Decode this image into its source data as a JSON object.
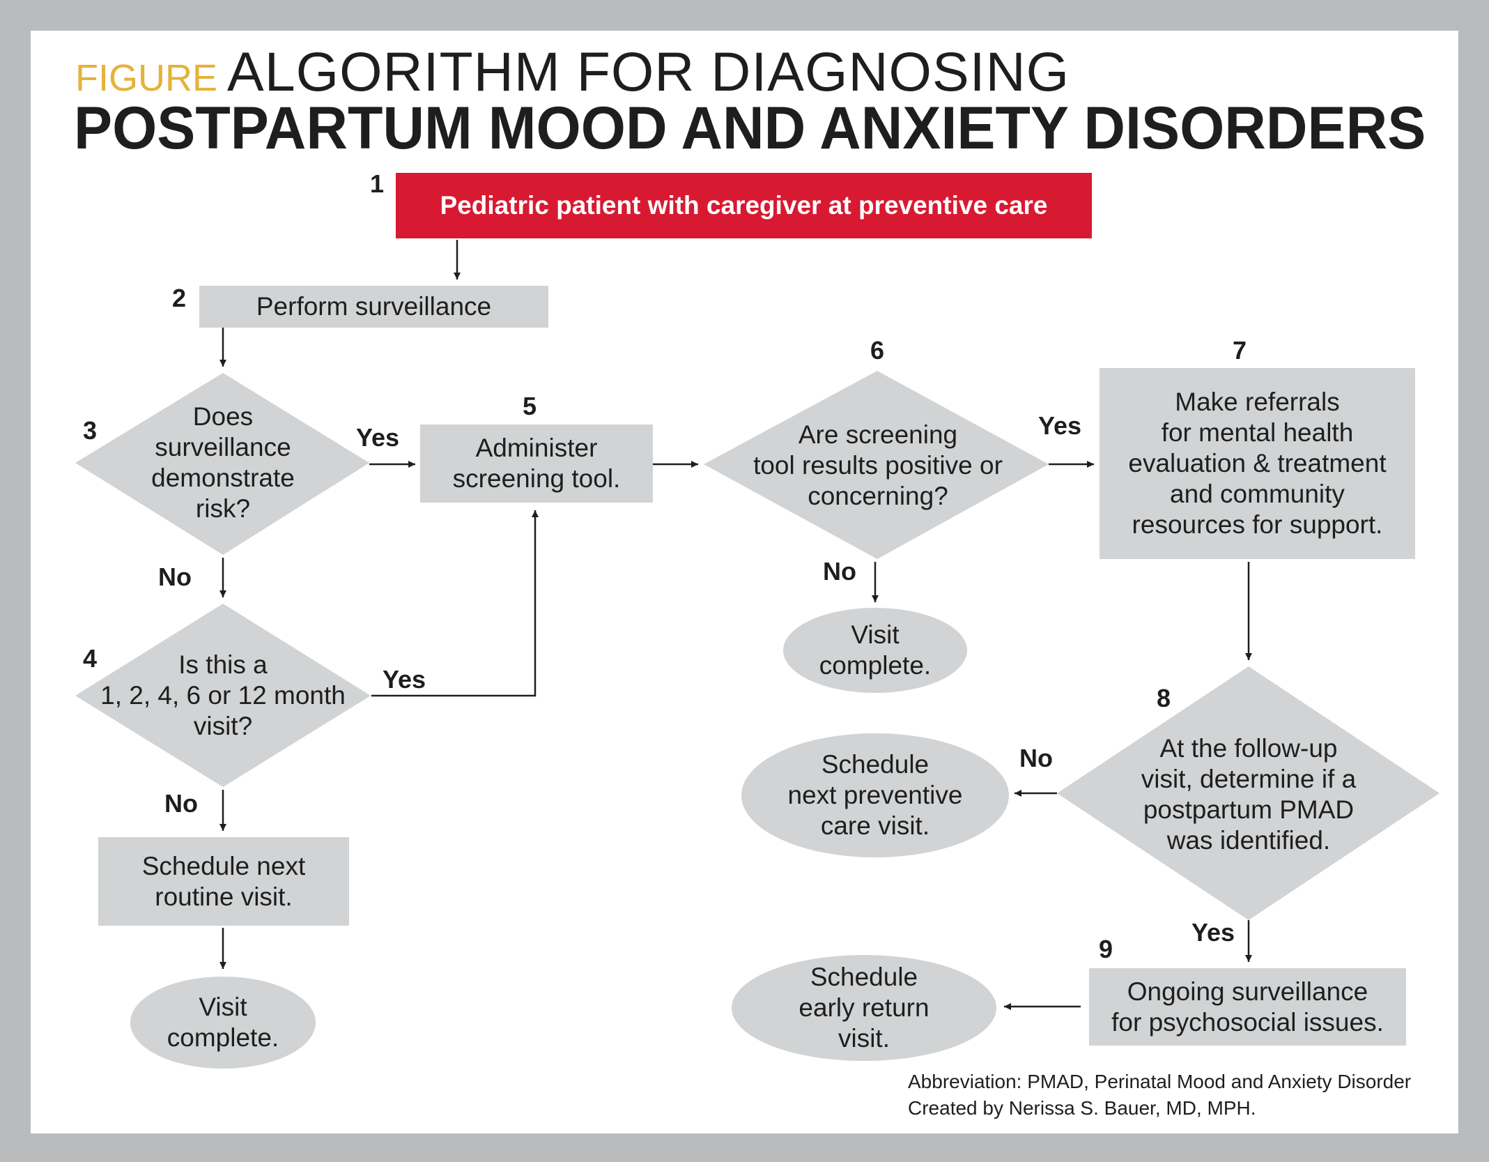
{
  "title": {
    "prefix": "FIGURE",
    "line1": "ALGORITHM FOR DIAGNOSING",
    "line2": "POSTPARTUM MOOD AND ANXIETY DISORDERS"
  },
  "colors": {
    "start_box": "#d71a32",
    "shape_fill": "#d1d3d4",
    "title_prefix": "#e3b33a",
    "frame": "#b9bbbd"
  },
  "steps": [
    {
      "num": "1",
      "text": "Pediatric patient with caregiver at preventive care"
    },
    {
      "num": "2",
      "text": "Perform surveillance"
    },
    {
      "num": "3",
      "text": "Does\nsurveillance\ndemonstrate\nrisk?"
    },
    {
      "num": "4",
      "text": "Is this a\n1, 2, 4, 6 or 12 month\nvisit?"
    },
    {
      "num": "5",
      "text": "Administer\nscreening tool."
    },
    {
      "num": "6",
      "text": "Are screening\ntool results positive or\nconcerning?"
    },
    {
      "num": "7",
      "text": "Make referrals\nfor mental health\nevaluation & treatment\nand community\nresources for support."
    },
    {
      "num": "8",
      "text": "At the follow-up\nvisit, determine if a\npostpartum PMAD\nwas identified."
    },
    {
      "num": "9",
      "text": "Ongoing surveillance\nfor psychosocial issues."
    }
  ],
  "outcomes": {
    "schedule_routine": "Schedule next\nroutine visit.",
    "visit_complete_left": "Visit\ncomplete.",
    "visit_complete_mid": "Visit\ncomplete.",
    "schedule_preventive": "Schedule\nnext preventive\ncare visit.",
    "schedule_early": "Schedule\nearly return\nvisit."
  },
  "branch_labels": {
    "d3_yes": "Yes",
    "d3_no": "No",
    "d4_yes": "Yes",
    "d4_no": "No",
    "d6_yes": "Yes",
    "d6_no": "No",
    "d8_no": "No",
    "d8_yes": "Yes"
  },
  "footer": {
    "abbreviation": "Abbreviation: PMAD, Perinatal Mood and Anxiety Disorder",
    "credit": "Created by Nerissa S. Bauer, MD, MPH."
  }
}
